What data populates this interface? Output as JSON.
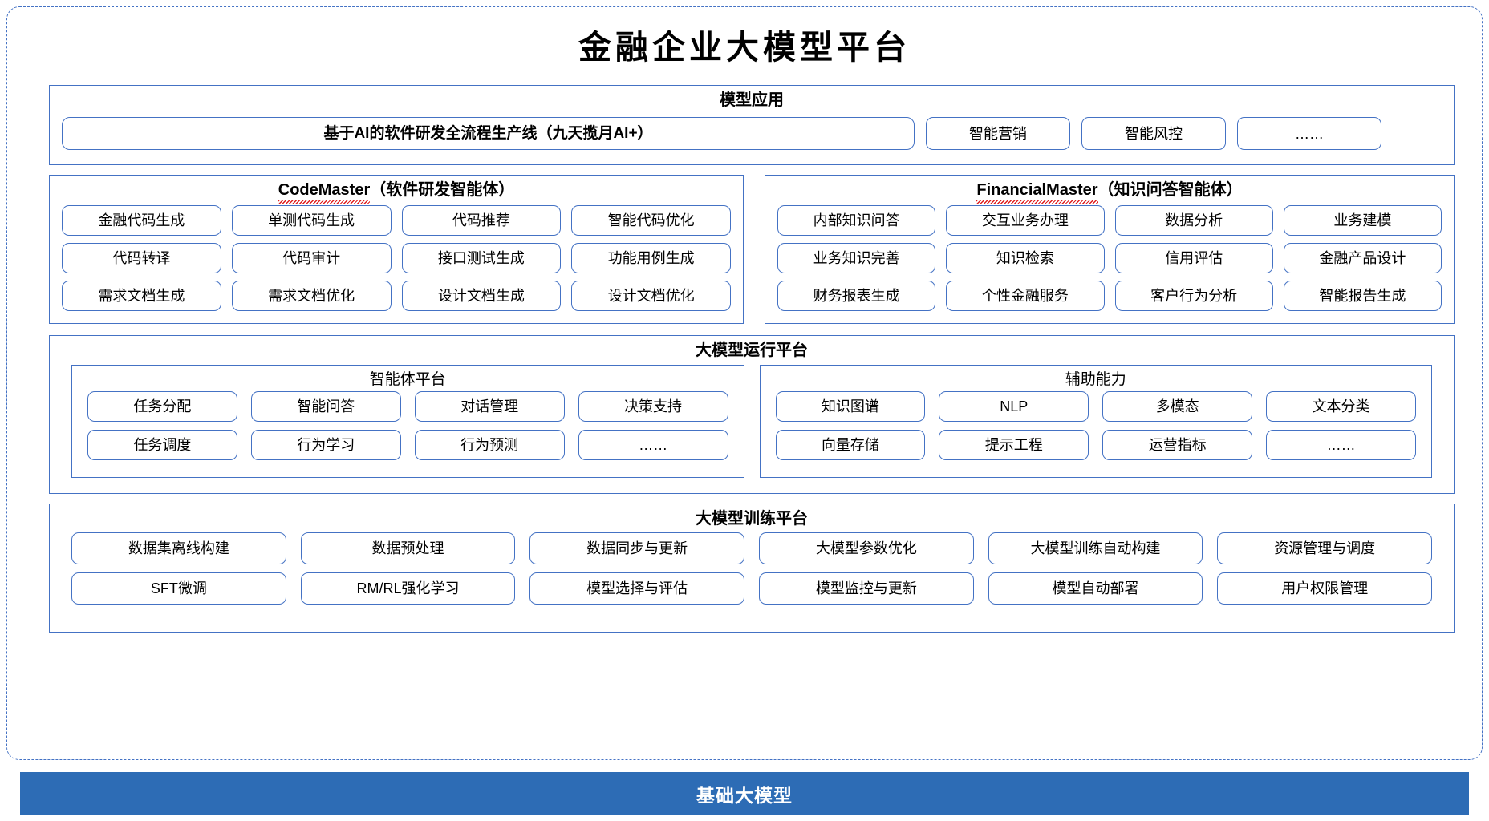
{
  "page": {
    "title": "金融企业大模型平台",
    "accent_color": "#4472c4",
    "base_bar_color": "#2d6cb5",
    "spellcheck_underline_color": "#e02020"
  },
  "model_application": {
    "title": "模型应用",
    "banner": "基于AI的软件研发全流程生产线（九天揽月AI+）",
    "items": [
      "智能营销",
      "智能风控",
      "……"
    ]
  },
  "agents": [
    {
      "name_en": "CodeMaster",
      "name_cn": "（软件研发智能体）",
      "spellchecked": true,
      "rows": [
        [
          "金融代码生成",
          "单测代码生成",
          "代码推荐",
          "智能代码优化"
        ],
        [
          "代码转译",
          "代码审计",
          "接口测试生成",
          "功能用例生成"
        ],
        [
          "需求文档生成",
          "需求文档优化",
          "设计文档生成",
          "设计文档优化"
        ]
      ]
    },
    {
      "name_en": "FinancialMaster",
      "name_cn": "（知识问答智能体）",
      "spellchecked": true,
      "rows": [
        [
          "内部知识问答",
          "交互业务办理",
          "数据分析",
          "业务建模"
        ],
        [
          "业务知识完善",
          "知识检索",
          "信用评估",
          "金融产品设计"
        ],
        [
          "财务报表生成",
          "个性金融服务",
          "客户行为分析",
          "智能报告生成"
        ]
      ]
    }
  ],
  "runtime_platform": {
    "title": "大模型运行平台",
    "subpanels": [
      {
        "title": "智能体平台",
        "rows": [
          [
            "任务分配",
            "智能问答",
            "对话管理",
            "决策支持"
          ],
          [
            "任务调度",
            "行为学习",
            "行为预测",
            "……"
          ]
        ]
      },
      {
        "title": "辅助能力",
        "rows": [
          [
            "知识图谱",
            "NLP",
            "多模态",
            "文本分类"
          ],
          [
            "向量存储",
            "提示工程",
            "运营指标",
            "……"
          ]
        ]
      }
    ]
  },
  "training_platform": {
    "title": "大模型训练平台",
    "rows": [
      [
        "数据集离线构建",
        "数据预处理",
        "数据同步与更新",
        "大模型参数优化",
        "大模型训练自动构建",
        "资源管理与调度"
      ],
      [
        "SFT微调",
        "RM/RL强化学习",
        "模型选择与评估",
        "模型监控与更新",
        "模型自动部署",
        "用户权限管理"
      ]
    ]
  },
  "base_layer": {
    "label": "基础大模型"
  }
}
